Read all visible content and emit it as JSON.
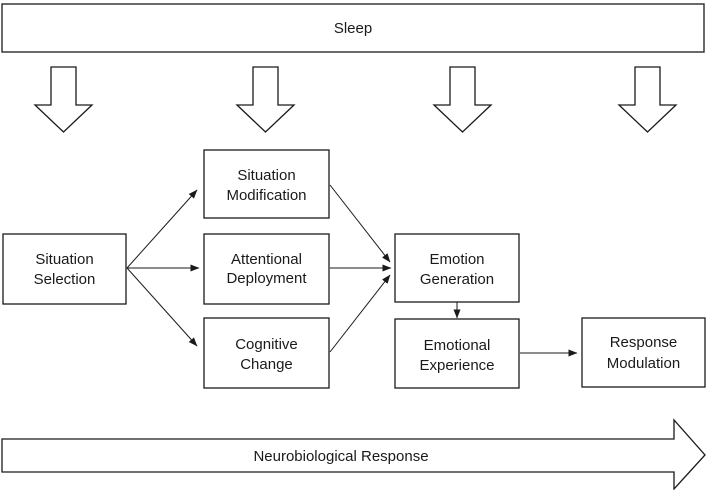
{
  "diagram": {
    "top_banner": {
      "label": "Sleep"
    },
    "bottom_banner": {
      "label": "Neurobiological Response"
    },
    "boxes": [
      {
        "id": "situation-selection",
        "lines": [
          "Situation",
          "Selection"
        ]
      },
      {
        "id": "situation-modification",
        "lines": [
          "Situation",
          "Modification"
        ]
      },
      {
        "id": "attentional-deployment",
        "lines": [
          "Attentional",
          "Deployment"
        ]
      },
      {
        "id": "cognitive-change",
        "lines": [
          "Cognitive",
          "Change"
        ]
      },
      {
        "id": "emotion-generation",
        "lines": [
          "Emotion",
          "Generation"
        ]
      },
      {
        "id": "emotional-experience",
        "lines": [
          "Emotional",
          "Experience"
        ]
      },
      {
        "id": "response-modulation",
        "lines": [
          "Response",
          "Modulation"
        ]
      }
    ],
    "edges": [
      {
        "from": "situation-selection",
        "to": "situation-modification"
      },
      {
        "from": "situation-selection",
        "to": "attentional-deployment"
      },
      {
        "from": "situation-selection",
        "to": "cognitive-change"
      },
      {
        "from": "situation-modification",
        "to": "emotion-generation"
      },
      {
        "from": "attentional-deployment",
        "to": "emotion-generation"
      },
      {
        "from": "cognitive-change",
        "to": "emotion-generation"
      },
      {
        "from": "emotion-generation",
        "to": "emotional-experience"
      },
      {
        "from": "emotional-experience",
        "to": "response-modulation"
      }
    ],
    "down_arrow_count": 4
  }
}
